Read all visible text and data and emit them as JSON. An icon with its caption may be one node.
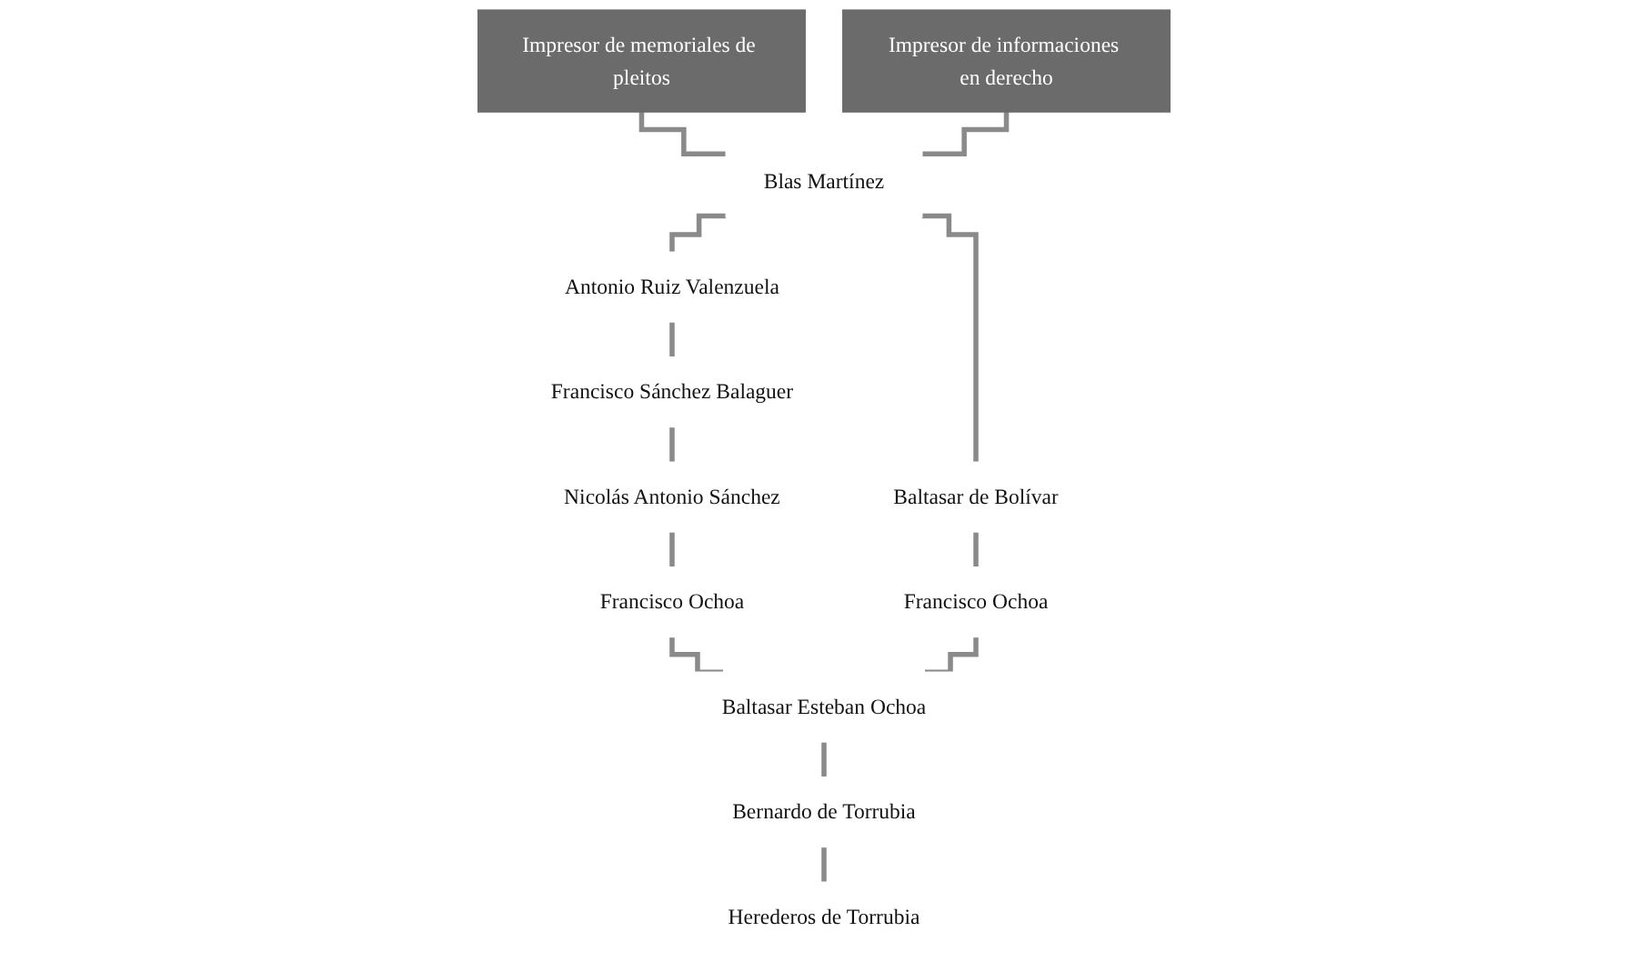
{
  "diagram": {
    "nodes": [
      {
        "text": [
          "Impresor de memoriales de pleitos"
        ]
      },
      {
        "text": [
          "Impresor de informaciones en derecho"
        ]
      },
      {
        "text": [
          "Blas Martínez"
        ]
      },
      {
        "text": [
          "Antonio Ruiz Valenzuela"
        ]
      },
      {
        "text": [
          "Baltasar de Bolívar"
        ]
      },
      {
        "text": [
          "Francisco Sánchez Balaguer"
        ]
      },
      {
        "text": [
          "Nicolás Antonio Sánchez"
        ]
      },
      {
        "text": [
          "Francisco Ochoa"
        ]
      },
      {
        "text": [
          "Francisco Ochoa"
        ]
      },
      {
        "text": [
          "Baltasar Esteban Ochoa"
        ]
      },
      {
        "text": [
          "Bernardo de Torrubia"
        ]
      },
      {
        "text": [
          "Herederos de Torrubia"
        ]
      }
    ],
    "edges": [
      {
        "from": 0,
        "to": 2,
        "arrow": "none"
      },
      {
        "from": 1,
        "to": 2,
        "arrow": "none"
      },
      {
        "from": 2,
        "to": 3,
        "arrow": "none"
      },
      {
        "from": 2,
        "to": 4,
        "arrow": "none"
      },
      {
        "from": 3,
        "to": 5,
        "arrow": "none"
      },
      {
        "from": 5,
        "to": 6,
        "arrow": "none"
      },
      {
        "from": 6,
        "to": 7,
        "arrow": "none"
      },
      {
        "from": 4,
        "to": 8,
        "arrow": "none"
      },
      {
        "from": 7,
        "to": 9,
        "arrow": "none"
      },
      {
        "from": 8,
        "to": 9,
        "arrow": "none"
      },
      {
        "from": 9,
        "to": 10,
        "arrow": "none"
      },
      {
        "from": 10,
        "to": 11,
        "arrow": "none"
      }
    ]
  }
}
